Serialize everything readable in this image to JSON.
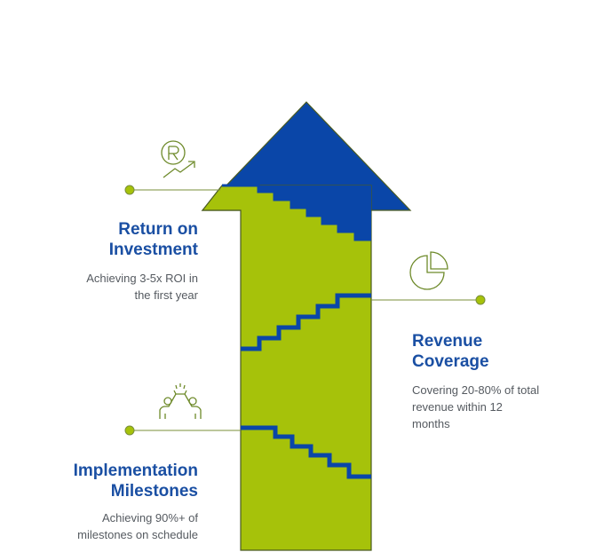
{
  "colors": {
    "arrow_body": "#a6c20a",
    "arrow_head": "#0a46a8",
    "stair": "#0a46a8",
    "stroke": "#4a5a20",
    "icon": "#6e8a2a",
    "connector": "#7a8f3a",
    "dot": "#a6c20a",
    "heading": "#1a4fa3",
    "text": "#555a60"
  },
  "icons": {
    "roi": "roi-chart-icon",
    "revenue": "pie-chart-icon",
    "milestones": "high-five-icon"
  },
  "items": {
    "roi": {
      "title_line1": "Return on",
      "title_line2": "Investment",
      "desc_line1": "Achieving 3-5x ROI in",
      "desc_line2": "the first year"
    },
    "revenue": {
      "title_line1": "Revenue",
      "title_line2": "Coverage",
      "desc_line1": "Covering 20-80% of total",
      "desc_line2": "revenue within 12",
      "desc_line3": "months"
    },
    "milestones": {
      "title_line1": "Implementation",
      "title_line2": "Milestones",
      "desc_line1": "Achieving 90%+ of",
      "desc_line2": "milestones on schedule"
    }
  }
}
